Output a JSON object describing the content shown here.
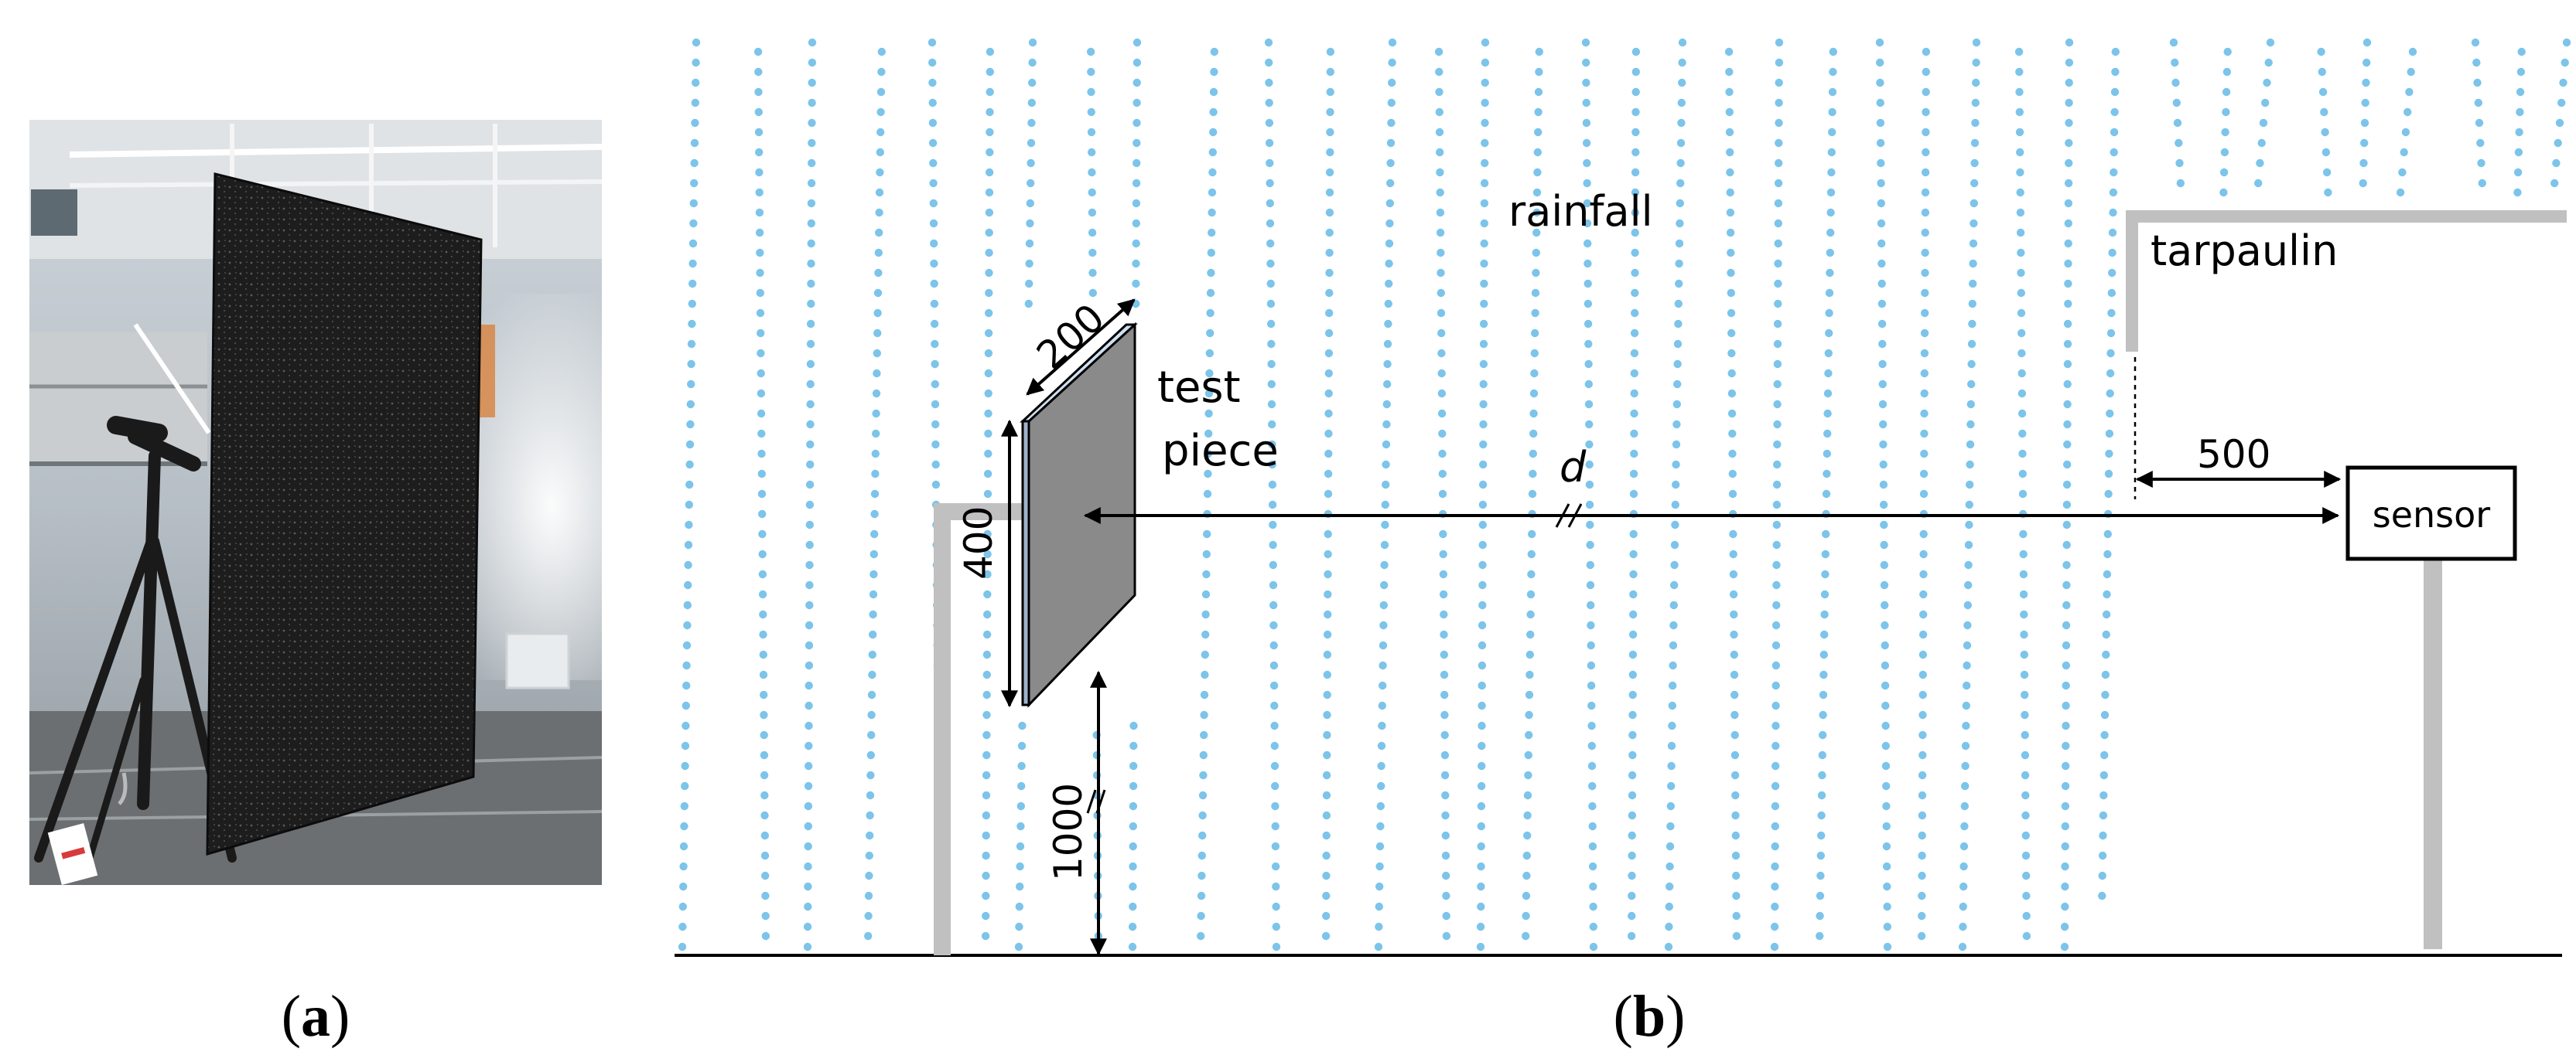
{
  "panels": {
    "a": {
      "label_open": "(",
      "label_letter": "a",
      "label_close": ")"
    },
    "b": {
      "label_open": "(",
      "label_letter": "b",
      "label_close": ")"
    }
  },
  "labels": {
    "rainfall": "rainfall",
    "tarpaulin": "tarpaulin",
    "test_line1": "test",
    "test_line2": "piece",
    "sensor": "sensor",
    "d": "d"
  },
  "dimensions": {
    "width": "200",
    "height": "400",
    "ground_gap": "1000",
    "tarp_offset": "500"
  },
  "colors": {
    "rain": "#7cc4ea",
    "support": "#c0c0c0",
    "panel_face": "#8a8a8a",
    "panel_edge": "#9fb3cc",
    "line": "#000000"
  }
}
